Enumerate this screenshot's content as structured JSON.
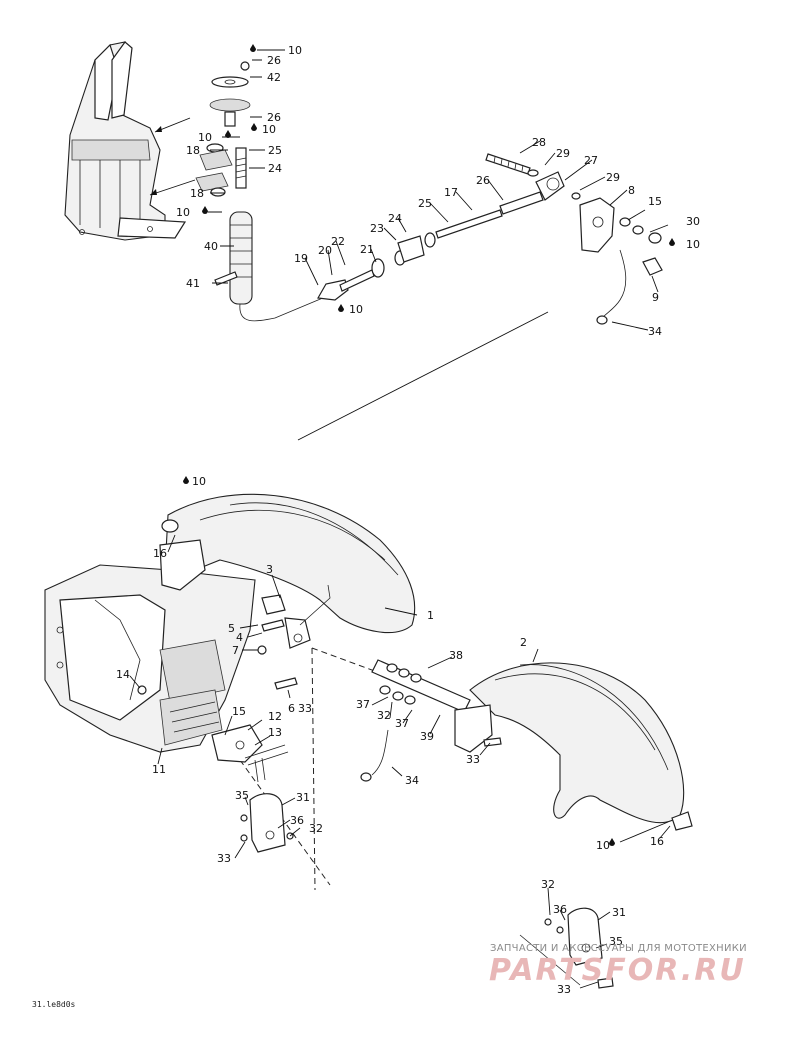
{
  "diagram_code": "31.le8d0s",
  "watermark": {
    "text": "ЗАПЧАСТИ И АКСЕССУАРЫ ДЛЯ МОТОТЕХНИКИ",
    "logo": "PARTSFOR.RU",
    "color": "#e8b7b7"
  },
  "callouts": [
    {
      "id": "c-10a",
      "text": "10"
    },
    {
      "id": "c-26a",
      "text": "26"
    },
    {
      "id": "c-42",
      "text": "42"
    },
    {
      "id": "c-26b",
      "text": "26"
    },
    {
      "id": "c-10b",
      "text": "10"
    },
    {
      "id": "c-10c",
      "text": "10"
    },
    {
      "id": "c-18a",
      "text": "18"
    },
    {
      "id": "c-25a",
      "text": "25"
    },
    {
      "id": "c-24a",
      "text": "24"
    },
    {
      "id": "c-18b",
      "text": "18"
    },
    {
      "id": "c-10d",
      "text": "10"
    },
    {
      "id": "c-40",
      "text": "40"
    },
    {
      "id": "c-41",
      "text": "41"
    },
    {
      "id": "c-19",
      "text": "19"
    },
    {
      "id": "c-20",
      "text": "20"
    },
    {
      "id": "c-22",
      "text": "22"
    },
    {
      "id": "c-21",
      "text": "21"
    },
    {
      "id": "c-23",
      "text": "23"
    },
    {
      "id": "c-24b",
      "text": "24"
    },
    {
      "id": "c-25b",
      "text": "25"
    },
    {
      "id": "c-17",
      "text": "17"
    },
    {
      "id": "c-26c",
      "text": "26"
    },
    {
      "id": "c-28",
      "text": "28"
    },
    {
      "id": "c-29a",
      "text": "29"
    },
    {
      "id": "c-27",
      "text": "27"
    },
    {
      "id": "c-29b",
      "text": "29"
    },
    {
      "id": "c-8",
      "text": "8"
    },
    {
      "id": "c-15a",
      "text": "15"
    },
    {
      "id": "c-30",
      "text": "30"
    },
    {
      "id": "c-10e",
      "text": "10"
    },
    {
      "id": "c-9",
      "text": "9"
    },
    {
      "id": "c-34a",
      "text": "34"
    },
    {
      "id": "c-10f",
      "text": "10"
    },
    {
      "id": "c-10g",
      "text": "10"
    },
    {
      "id": "c-16a",
      "text": "16"
    },
    {
      "id": "c-3",
      "text": "3"
    },
    {
      "id": "c-1",
      "text": "1"
    },
    {
      "id": "c-5",
      "text": "5"
    },
    {
      "id": "c-4",
      "text": "4"
    },
    {
      "id": "c-7",
      "text": "7"
    },
    {
      "id": "c-14",
      "text": "14"
    },
    {
      "id": "c-6",
      "text": "6"
    },
    {
      "id": "c-33a",
      "text": "33"
    },
    {
      "id": "c-12",
      "text": "12"
    },
    {
      "id": "c-15b",
      "text": "15"
    },
    {
      "id": "c-13",
      "text": "13"
    },
    {
      "id": "c-11",
      "text": "11"
    },
    {
      "id": "c-2",
      "text": "2"
    },
    {
      "id": "c-38",
      "text": "38"
    },
    {
      "id": "c-37a",
      "text": "37"
    },
    {
      "id": "c-32a",
      "text": "32"
    },
    {
      "id": "c-37b",
      "text": "37"
    },
    {
      "id": "c-39",
      "text": "39"
    },
    {
      "id": "c-33b",
      "text": "33"
    },
    {
      "id": "c-34b",
      "text": "34"
    },
    {
      "id": "c-35a",
      "text": "35"
    },
    {
      "id": "c-31a",
      "text": "31"
    },
    {
      "id": "c-36a",
      "text": "36"
    },
    {
      "id": "c-32b",
      "text": "32"
    },
    {
      "id": "c-33c",
      "text": "33"
    },
    {
      "id": "c-10h",
      "text": "10"
    },
    {
      "id": "c-16b",
      "text": "16"
    },
    {
      "id": "c-32c",
      "text": "32"
    },
    {
      "id": "c-36b",
      "text": "36"
    },
    {
      "id": "c-31b",
      "text": "31"
    },
    {
      "id": "c-35b",
      "text": "35"
    },
    {
      "id": "c-33d",
      "text": "33"
    }
  ]
}
